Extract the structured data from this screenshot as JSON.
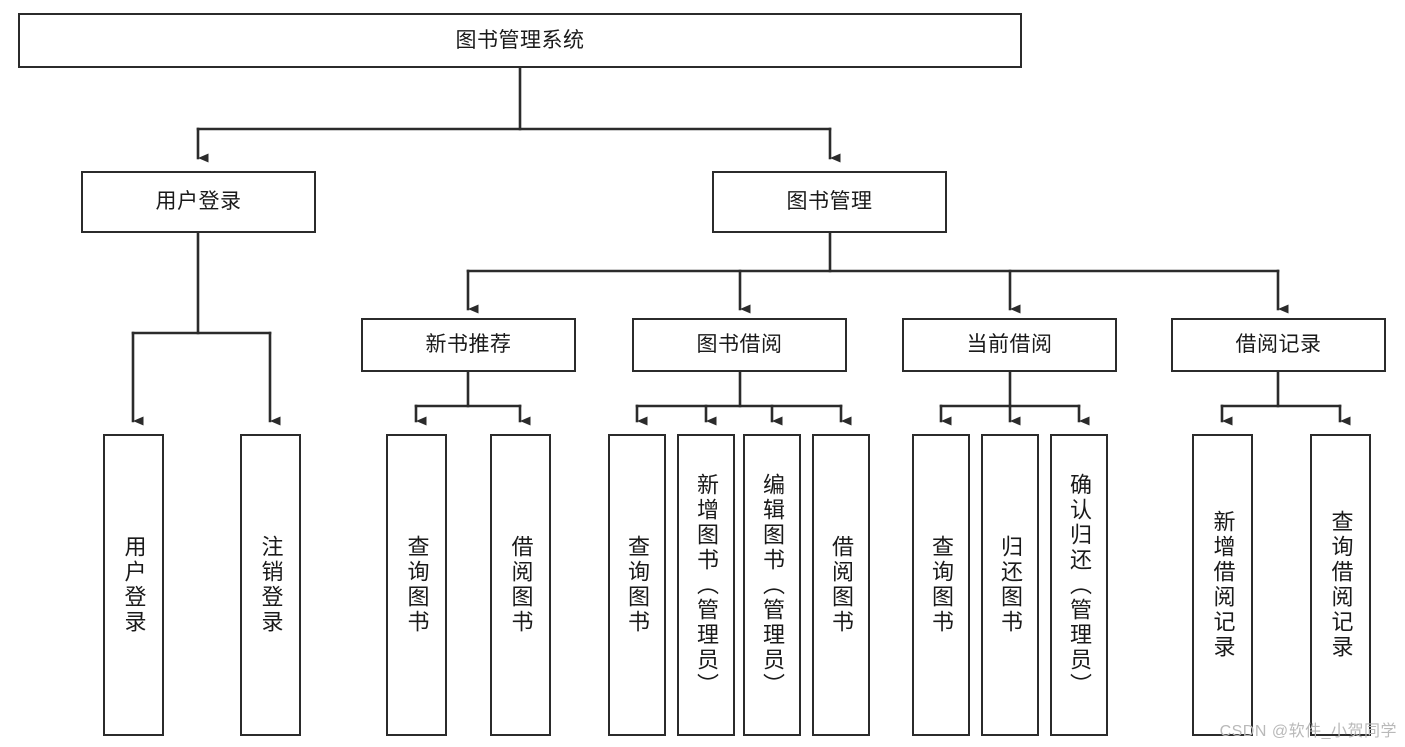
{
  "diagram": {
    "title": "图书管理系统",
    "type": "hierarchy-tree",
    "orientation": "top-down",
    "colors": {
      "box_border": "#2b2b2b",
      "box_fill": "#ffffff",
      "connector": "#2b2b2b",
      "text": "#1a1a1a",
      "watermark": "#b9b9b9",
      "background": "#ffffff"
    },
    "nodes": {
      "root": {
        "label": "图书管理系统",
        "level": 0,
        "text_direction": "horizontal"
      },
      "level2": [
        {
          "id": "user-login",
          "label": "用户登录",
          "text_direction": "horizontal"
        },
        {
          "id": "book-management",
          "label": "图书管理",
          "text_direction": "horizontal"
        }
      ],
      "level3": [
        {
          "id": "new-book-recommend",
          "label": "新书推荐",
          "text_direction": "horizontal",
          "parent": "book-management"
        },
        {
          "id": "book-borrow",
          "label": "图书借阅",
          "text_direction": "horizontal",
          "parent": "book-management"
        },
        {
          "id": "current-borrow",
          "label": "当前借阅",
          "text_direction": "horizontal",
          "parent": "book-management"
        },
        {
          "id": "borrow-record",
          "label": "借阅记录",
          "text_direction": "horizontal",
          "parent": "book-management"
        }
      ],
      "leaves": [
        {
          "id": "leaf-user-login",
          "label": "用户登录",
          "parent": "user-login",
          "text_direction": "vertical"
        },
        {
          "id": "leaf-logout-login",
          "label": "注销登录",
          "parent": "user-login",
          "text_direction": "vertical"
        },
        {
          "id": "leaf-query-book-1",
          "label": "查询图书",
          "parent": "new-book-recommend",
          "text_direction": "vertical"
        },
        {
          "id": "leaf-borrow-book-1",
          "label": "借阅图书",
          "parent": "new-book-recommend",
          "text_direction": "vertical"
        },
        {
          "id": "leaf-query-book-2",
          "label": "查询图书",
          "parent": "book-borrow",
          "text_direction": "vertical"
        },
        {
          "id": "leaf-add-book-admin",
          "label": "新增图书（管理员）",
          "parent": "book-borrow",
          "text_direction": "vertical"
        },
        {
          "id": "leaf-edit-book-admin",
          "label": "编辑图书（管理员）",
          "parent": "book-borrow",
          "text_direction": "vertical"
        },
        {
          "id": "leaf-borrow-book-2",
          "label": "借阅图书",
          "parent": "book-borrow",
          "text_direction": "vertical"
        },
        {
          "id": "leaf-query-book-3",
          "label": "查询图书",
          "parent": "current-borrow",
          "text_direction": "vertical"
        },
        {
          "id": "leaf-return-book",
          "label": "归还图书",
          "parent": "current-borrow",
          "text_direction": "vertical"
        },
        {
          "id": "leaf-confirm-return-admin",
          "label": "确认归还（管理员）",
          "parent": "current-borrow",
          "text_direction": "vertical"
        },
        {
          "id": "leaf-add-borrow-record",
          "label": "新增借阅记录",
          "parent": "borrow-record",
          "text_direction": "vertical"
        },
        {
          "id": "leaf-query-borrow-record",
          "label": "查询借阅记录",
          "parent": "borrow-record",
          "text_direction": "vertical"
        }
      ]
    },
    "watermark": "CSDN @软件_小贺同学"
  }
}
